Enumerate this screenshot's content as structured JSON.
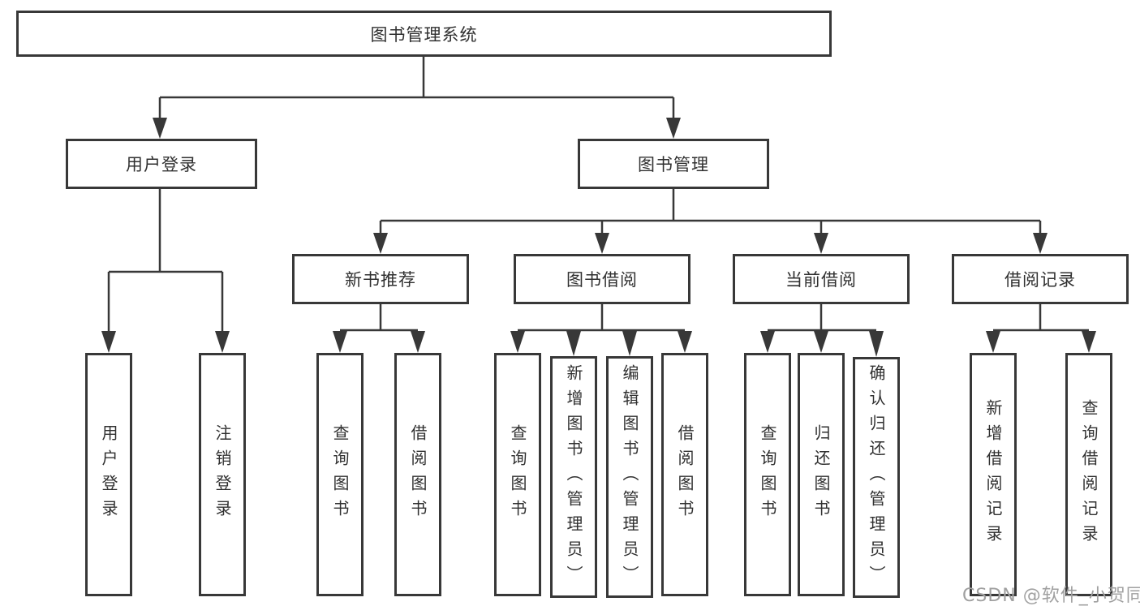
{
  "diagram": {
    "title_node": {
      "label": "图书管理系统"
    },
    "branches": {
      "user_login": {
        "label": "用户登录"
      },
      "book_mgmt": {
        "label": "图书管理"
      }
    },
    "modules": {
      "new_book": {
        "label": "新书推荐"
      },
      "borrow": {
        "label": "图书借阅"
      },
      "current": {
        "label": "当前借阅"
      },
      "records": {
        "label": "借阅记录"
      }
    },
    "leaves": {
      "login": "用户登录",
      "logout": "注销登录",
      "nb_query": "查询图书",
      "nb_borrow": "借阅图书",
      "bw_query": "查询图书",
      "bw_add": "新增图书（管理员）",
      "bw_edit": "编辑图书（管理员）",
      "bw_borrow": "借阅图书",
      "cur_query": "查询图书",
      "cur_return": "归还图书",
      "cur_confirm": "确认归还（管理员）",
      "rec_add": "新增借阅记录",
      "rec_query": "查询借阅记录"
    }
  },
  "watermark": {
    "text": "CSDN @软件_小贺同学",
    "color": "#a0a0a0"
  },
  "colors": {
    "line": "#383838",
    "box_border": "#383838",
    "text": "#303030",
    "background": "#ffffff"
  }
}
